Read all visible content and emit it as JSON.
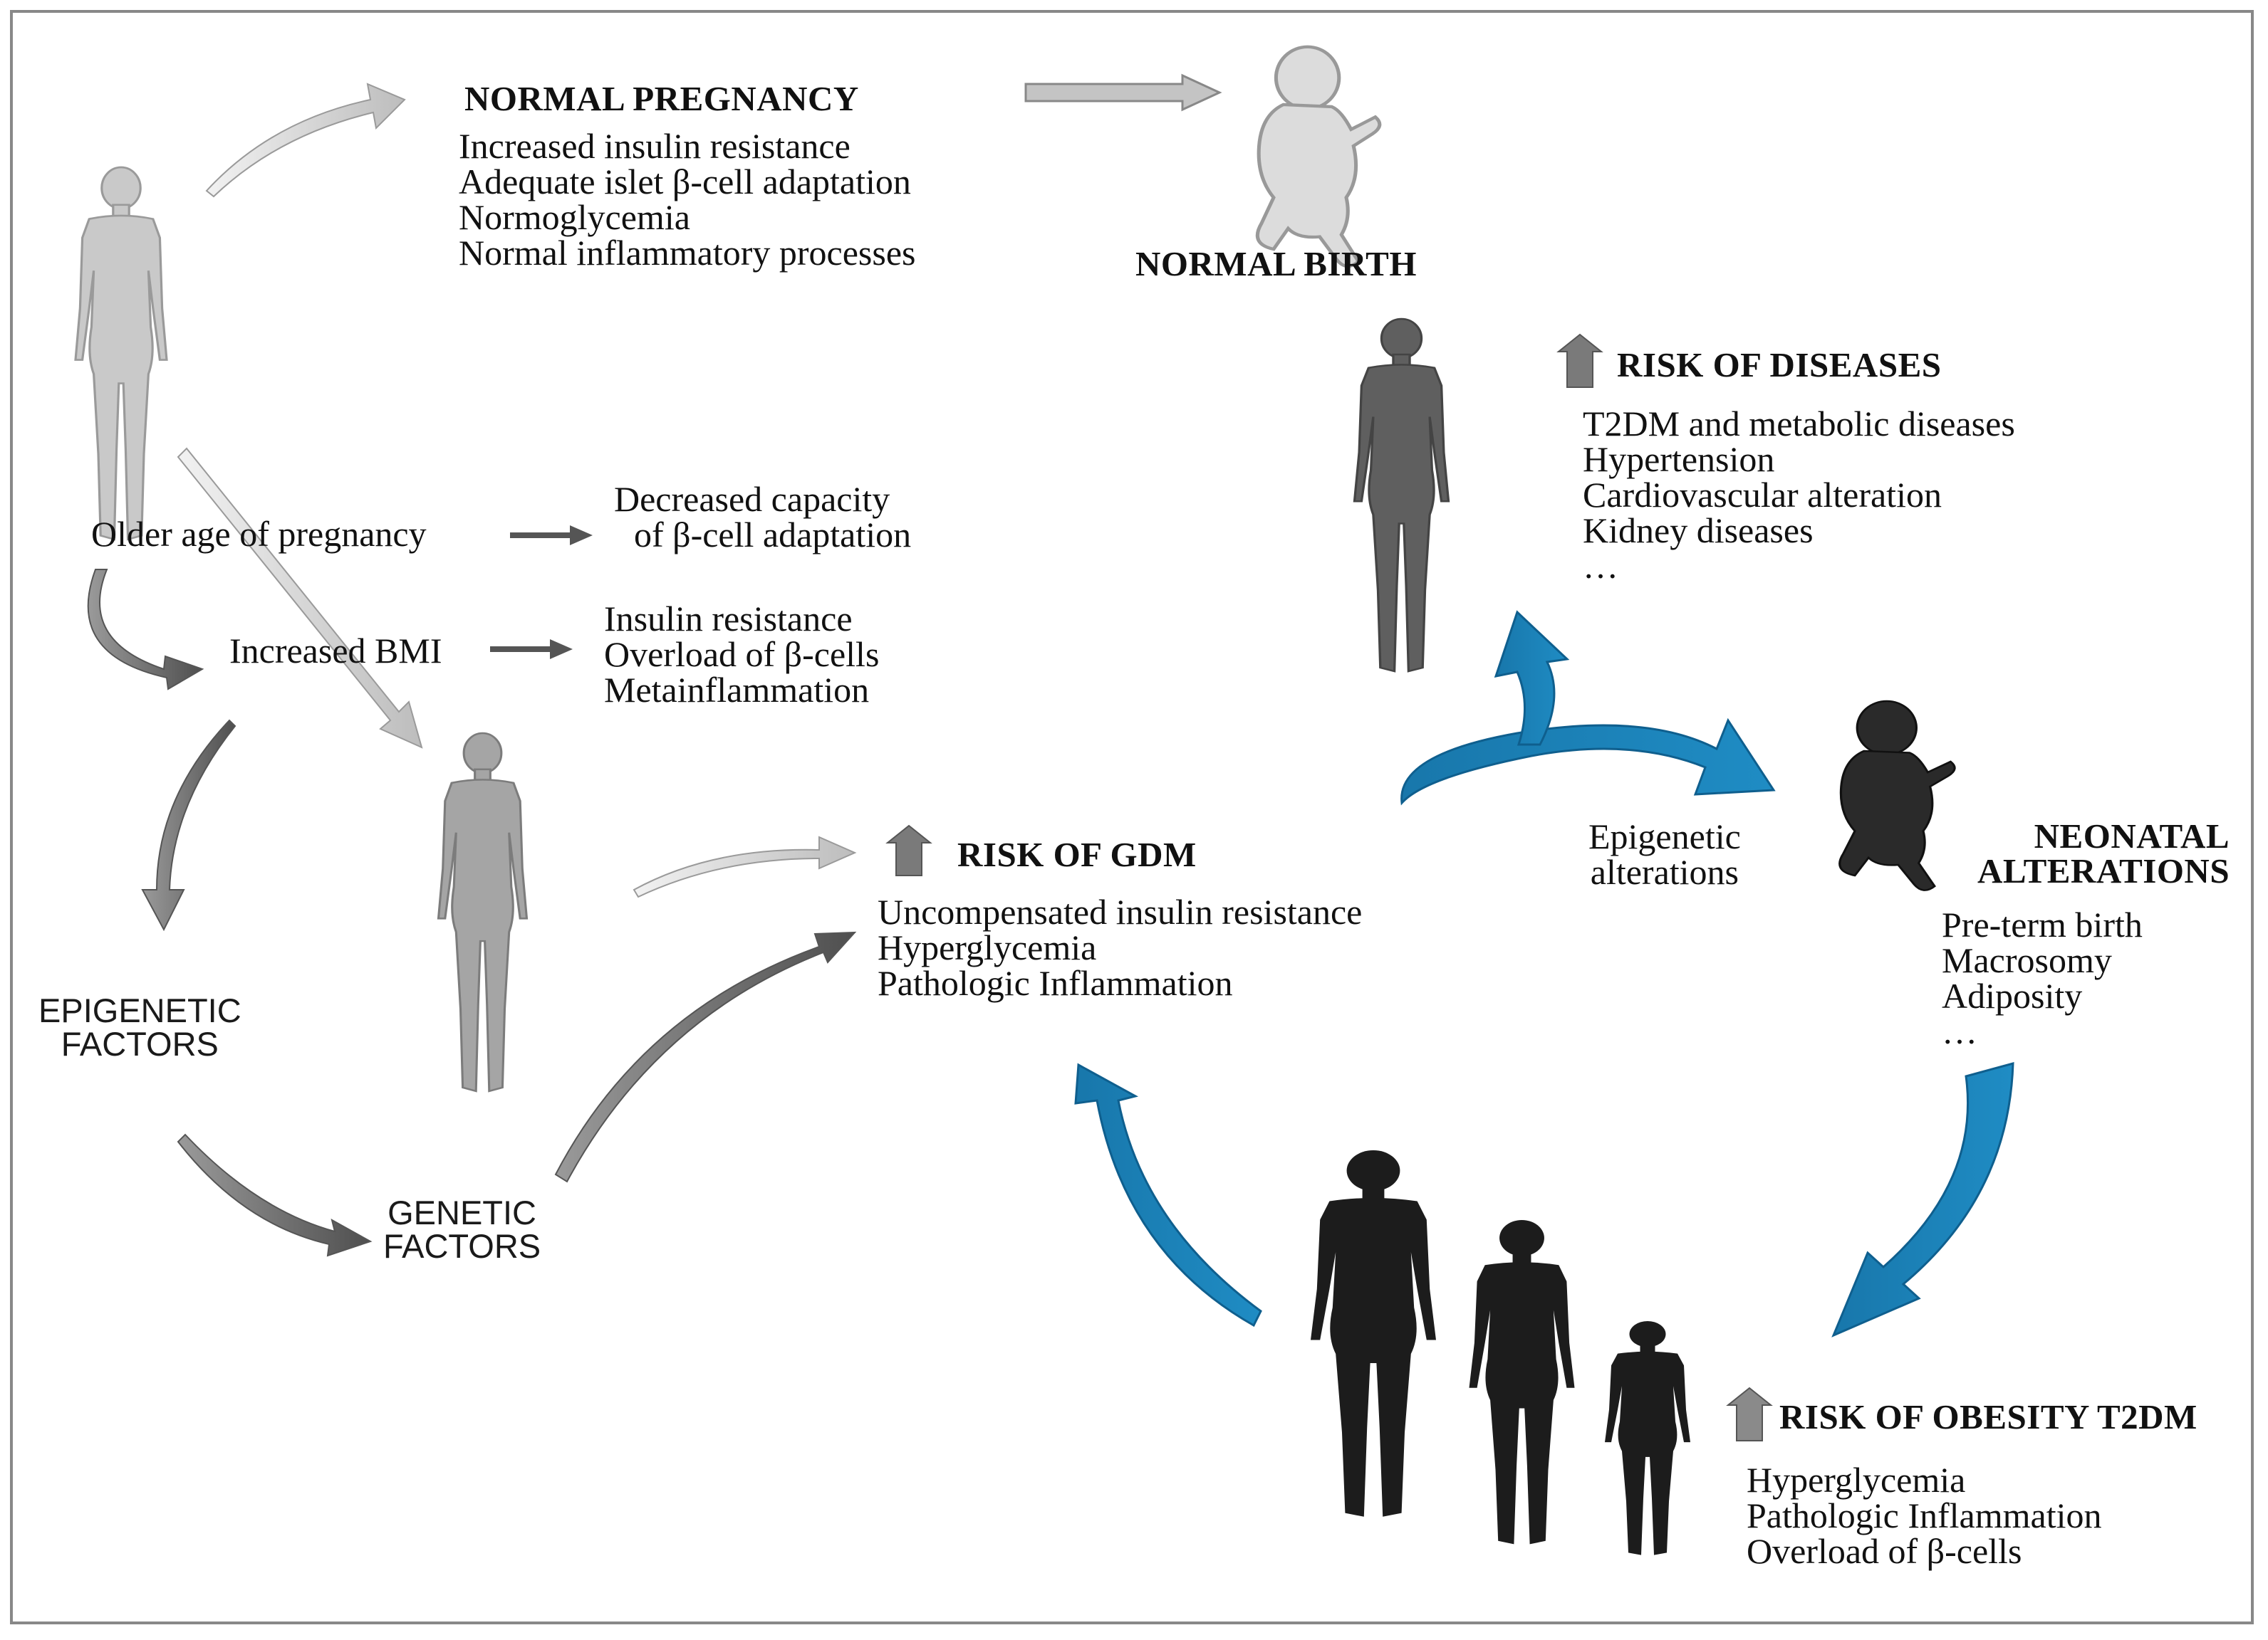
{
  "normal_pregnancy": {
    "title": "NORMAL PREGNANCY",
    "items": [
      "Increased insulin resistance",
      "Adequate islet β-cell adaptation",
      "Normoglycemia",
      "Normal inflammatory processes"
    ]
  },
  "normal_birth": {
    "title": "NORMAL BIRTH"
  },
  "risk_diseases": {
    "title": "RISK OF DISEASES",
    "items": [
      "T2DM and metabolic diseases",
      "Hypertension",
      "Cardiovascular alteration",
      "Kidney diseases",
      "…"
    ]
  },
  "older_age": {
    "label": "Older age of pregnancy",
    "result": [
      "Decreased capacity",
      "of β-cell adaptation"
    ]
  },
  "increased_bmi": {
    "label": "Increased BMI",
    "result": [
      "Insulin resistance",
      "Overload of β-cells",
      "Metainflammation"
    ]
  },
  "epigenetic_factors": [
    "EPIGENETIC",
    "FACTORS"
  ],
  "genetic_factors": [
    "GENETIC",
    "FACTORS"
  ],
  "risk_gdm": {
    "title": "RISK OF GDM",
    "items": [
      "Uncompensated insulin resistance",
      "Hyperglycemia",
      "Pathologic Inflammation"
    ]
  },
  "epigenetic_alterations": [
    "Epigenetic",
    "alterations"
  ],
  "neonatal": {
    "title": [
      "NEONATAL",
      "ALTERATIONS"
    ],
    "items": [
      "Pre-term birth",
      "Macrosomy",
      "Adiposity",
      "…"
    ]
  },
  "risk_obesity": {
    "title": "RISK OF OBESITY T2DM",
    "items": [
      "Hyperglycemia",
      "Pathologic Inflammation",
      "Overload of β-cells"
    ]
  },
  "colors": {
    "blue_arrow": "#1a7fb5",
    "light_figure": "#c8c8c8",
    "mid_figure": "#a3a3a3",
    "dark_figure": "#5e5e5e",
    "black_figure": "#1c1c1c",
    "dark_arrow": "#6d6d6d"
  }
}
